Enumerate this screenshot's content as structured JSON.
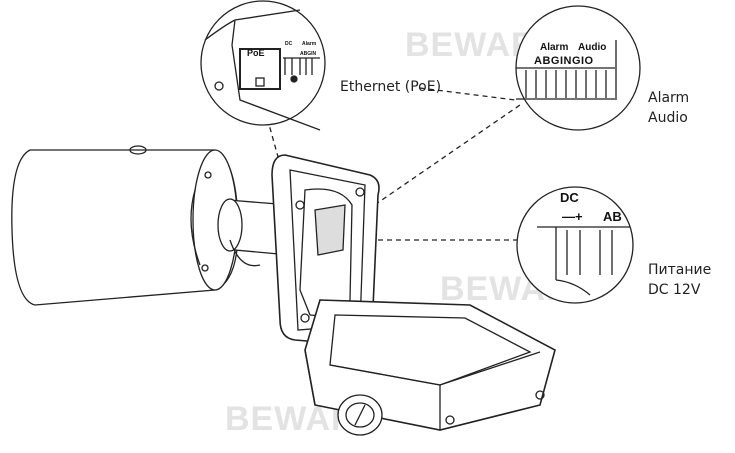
{
  "labels": {
    "ethernet": "Ethernet (PoE)",
    "alarm": "Alarm",
    "audio": "Audio",
    "power": "Питание",
    "power_dc": "DC 12V"
  },
  "inset_poe": {
    "poe": "PoE",
    "dc": "DC",
    "alarm": "Alarm",
    "minus": "—",
    "abgin": "ABGIN"
  },
  "inset_alarm": {
    "alarm": "Alarm",
    "audio": "Audio",
    "pins": "ABGINGIO"
  },
  "inset_dc": {
    "dc": "DC",
    "polarity": "—+",
    "ab": "AB"
  },
  "watermark": "BEWARD"
}
